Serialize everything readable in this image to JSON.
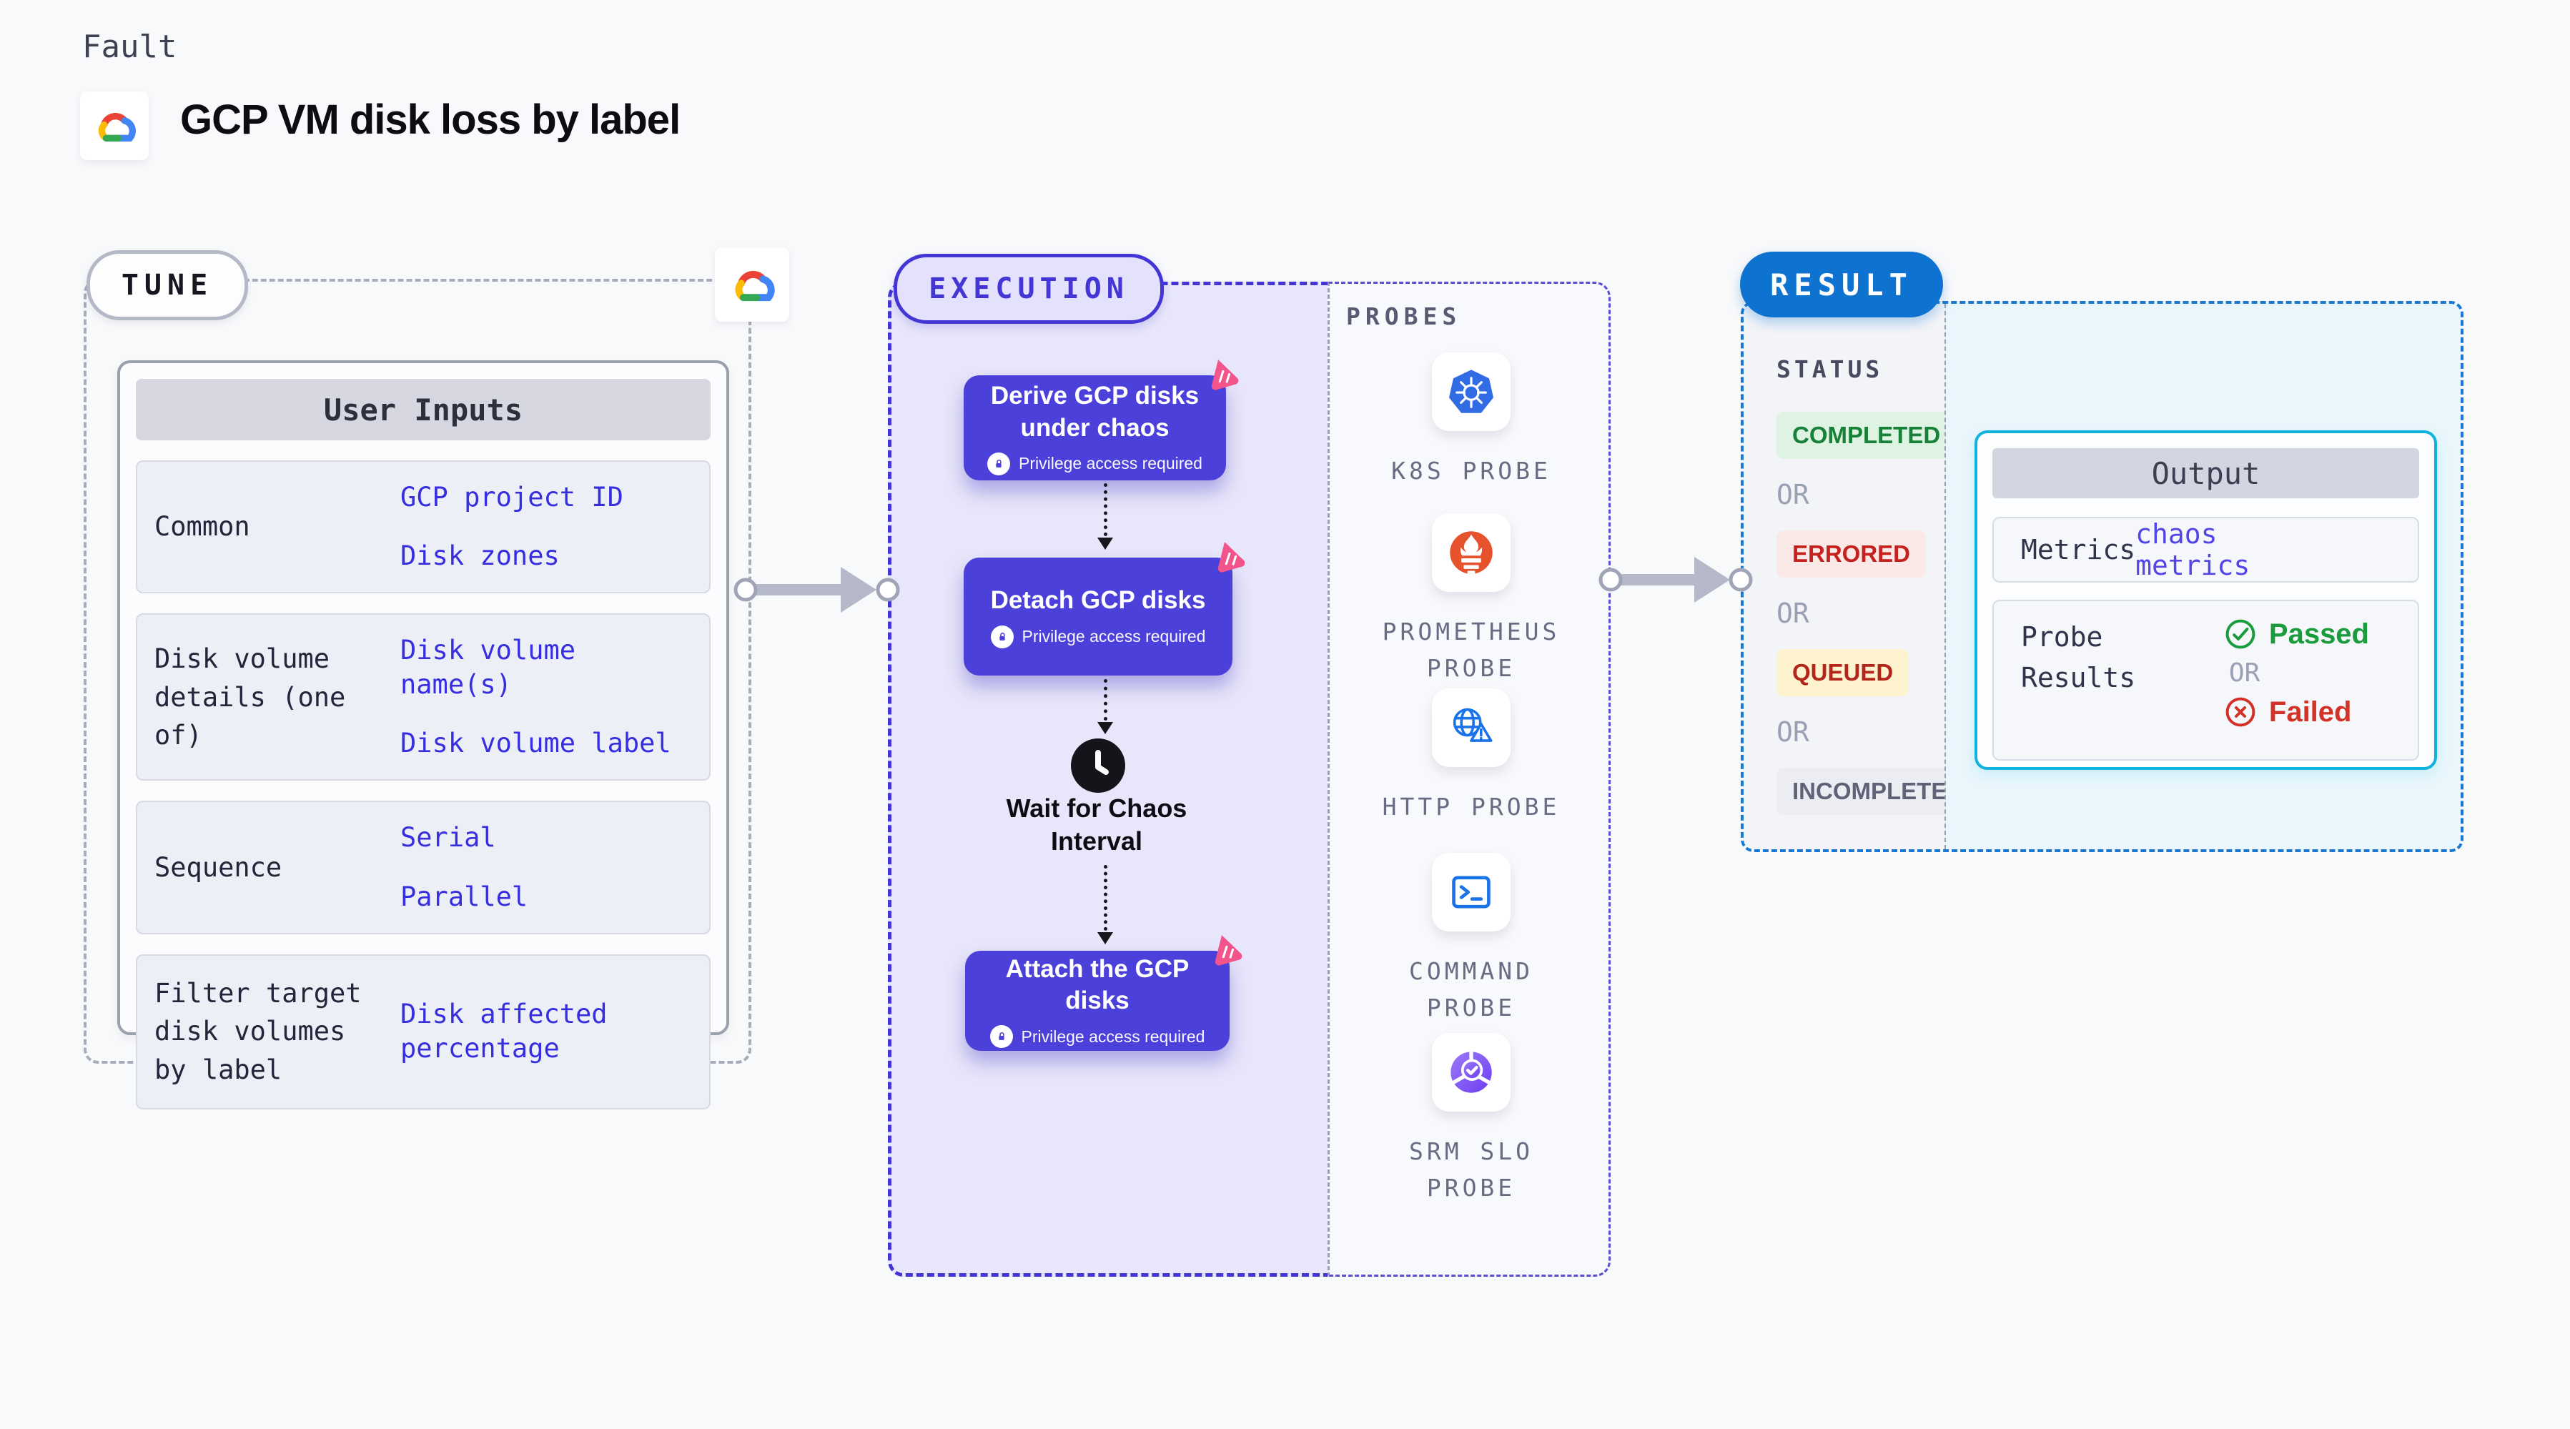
{
  "page": {
    "kicker": "Fault",
    "title": "GCP VM disk loss by label"
  },
  "tune": {
    "badge": "TUNE",
    "table": {
      "header": "User Inputs",
      "rows": [
        {
          "label": "Common",
          "values": [
            "GCP project ID",
            "Disk zones"
          ]
        },
        {
          "label": "Disk volume details (one of)",
          "values": [
            "Disk volume name(s)",
            "Disk volume label"
          ]
        },
        {
          "label": "Sequence",
          "values": [
            "Serial",
            "Parallel"
          ]
        },
        {
          "label": "Filter target disk volumes by label",
          "values": [
            "Disk affected percentage"
          ]
        }
      ]
    }
  },
  "execution": {
    "badge": "EXECUTION",
    "nodes": [
      {
        "title": "Derive GCP disks under chaos",
        "note": "Privilege access required"
      },
      {
        "title": "Detach GCP disks",
        "note": "Privilege access required"
      },
      {
        "title": "Attach the GCP disks",
        "note": "Privilege access required"
      }
    ],
    "wait_label": "Wait for Chaos Interval"
  },
  "probes": {
    "label": "PROBES",
    "items": [
      {
        "name": "K8S PROBE",
        "icon": "kubernetes-icon"
      },
      {
        "name": "PROMETHEUS PROBE",
        "icon": "prometheus-icon"
      },
      {
        "name": "HTTP PROBE",
        "icon": "http-globe-warning-icon"
      },
      {
        "name": "COMMAND PROBE",
        "icon": "terminal-icon"
      },
      {
        "name": "SRM SLO PROBE",
        "icon": "slo-donut-check-icon"
      }
    ]
  },
  "result": {
    "badge": "RESULT",
    "status_label": "STATUS",
    "or_label": "OR",
    "statuses": [
      {
        "label": "COMPLETED",
        "kind": "success"
      },
      {
        "label": "ERRORED",
        "kind": "error"
      },
      {
        "label": "QUEUED",
        "kind": "warning"
      },
      {
        "label": "INCOMPLETED",
        "kind": "muted"
      }
    ],
    "output": {
      "header": "Output",
      "metrics_label": "Metrics",
      "metrics_value": "chaos metrics",
      "probe_results_label": "Probe Results",
      "passed_label": "Passed",
      "failed_label": "Failed"
    }
  },
  "colors": {
    "accent_indigo": "#4435d5",
    "node_purple": "#4b40da",
    "result_blue": "#0e73d0",
    "output_cyan_border": "#10b2de",
    "link_blue": "#362ee0",
    "success_green": "#188038",
    "error_red": "#c5221f",
    "queued_red": "#b3261c",
    "chaos_pink": "#f2548c",
    "kubernetes_blue": "#326ce5",
    "prometheus_orange": "#e6522c"
  }
}
